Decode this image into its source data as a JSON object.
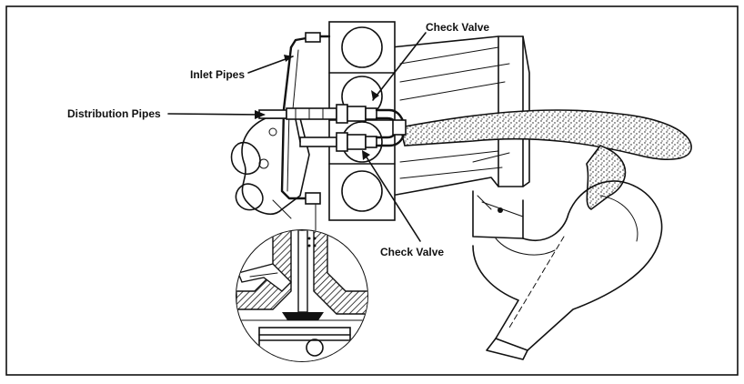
{
  "labels": {
    "check_valve_top": "Check Valve",
    "inlet_pipes": "Inlet Pipes",
    "distribution_pipes": "Distribution Pipes",
    "check_valve_bottom": "Check Valve"
  },
  "colors": {
    "ink": "#111111",
    "paper": "#ffffff"
  }
}
